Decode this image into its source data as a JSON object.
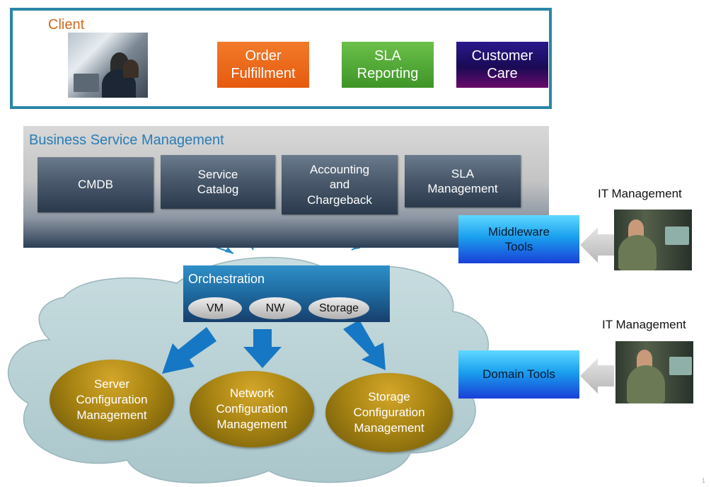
{
  "client": {
    "label": "Client",
    "services": {
      "order": "Order Fulfillment",
      "sla": "SLA Reporting",
      "care": "Customer Care"
    }
  },
  "bsm": {
    "title": "Business Service Management",
    "boxes": {
      "cmdb": "CMDB",
      "catalog": "Service Catalog",
      "accounting": "Accounting and Chargeback",
      "sla_mgmt": "SLA Management"
    }
  },
  "orchestration": {
    "title": "Orchestration",
    "pills": {
      "vm": "VM",
      "nw": "NW",
      "storage": "Storage"
    }
  },
  "configs": {
    "server": "Server Configuration Management",
    "network": "Network Configuration Management",
    "storage": "Storage Configuration Management"
  },
  "tools": {
    "middleware": "Middleware Tools",
    "domain": "Domain Tools"
  },
  "it_management": {
    "top": "IT Management",
    "bottom": "IT Management"
  },
  "page_number": "1",
  "colors": {
    "client_border": "#2a86a6",
    "client_label": "#d2691e",
    "order": "#ee6a1c",
    "sla": "#52ab36",
    "care": "#22116e",
    "bsm_title": "#2a7cb4",
    "arrow_blue": "#1677c4",
    "cfg_gold": "#a98513",
    "cloud": "#b9d4d8"
  }
}
